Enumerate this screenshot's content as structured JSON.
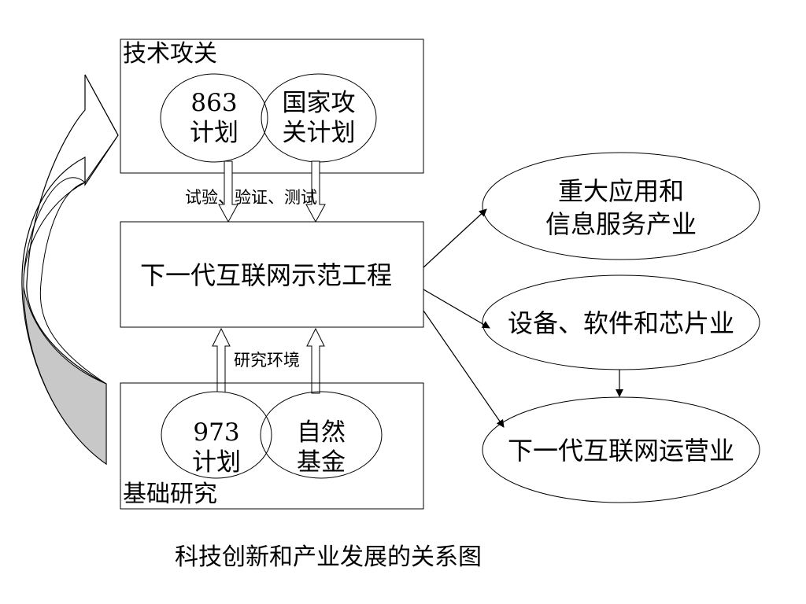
{
  "top_box": {
    "title": "技术攻关",
    "ellipse_left": {
      "line1": "863",
      "line2": "计划"
    },
    "ellipse_right": {
      "line1": "国家攻",
      "line2": "关计划"
    }
  },
  "top_arrow_label": "试验、验证、测试",
  "center_box": {
    "label": "下一代互联网示范工程"
  },
  "bottom_arrow_label": "研究环境",
  "bottom_box": {
    "title": "基础研究",
    "ellipse_left": {
      "line1": "973",
      "line2": "计划"
    },
    "ellipse_right": {
      "line1": "自然",
      "line2": "基金"
    }
  },
  "right_ellipses": [
    {
      "line1": "重大应用和",
      "line2": "信息服务产业"
    },
    {
      "line1": "设备、软件和芯片业"
    },
    {
      "line1": "下一代互联网运营业"
    }
  ],
  "caption": "科技创新和产业发展的关系图",
  "colors": {
    "stroke": "#000000",
    "fill_gray": "#c8c8c8",
    "background": "#ffffff"
  }
}
